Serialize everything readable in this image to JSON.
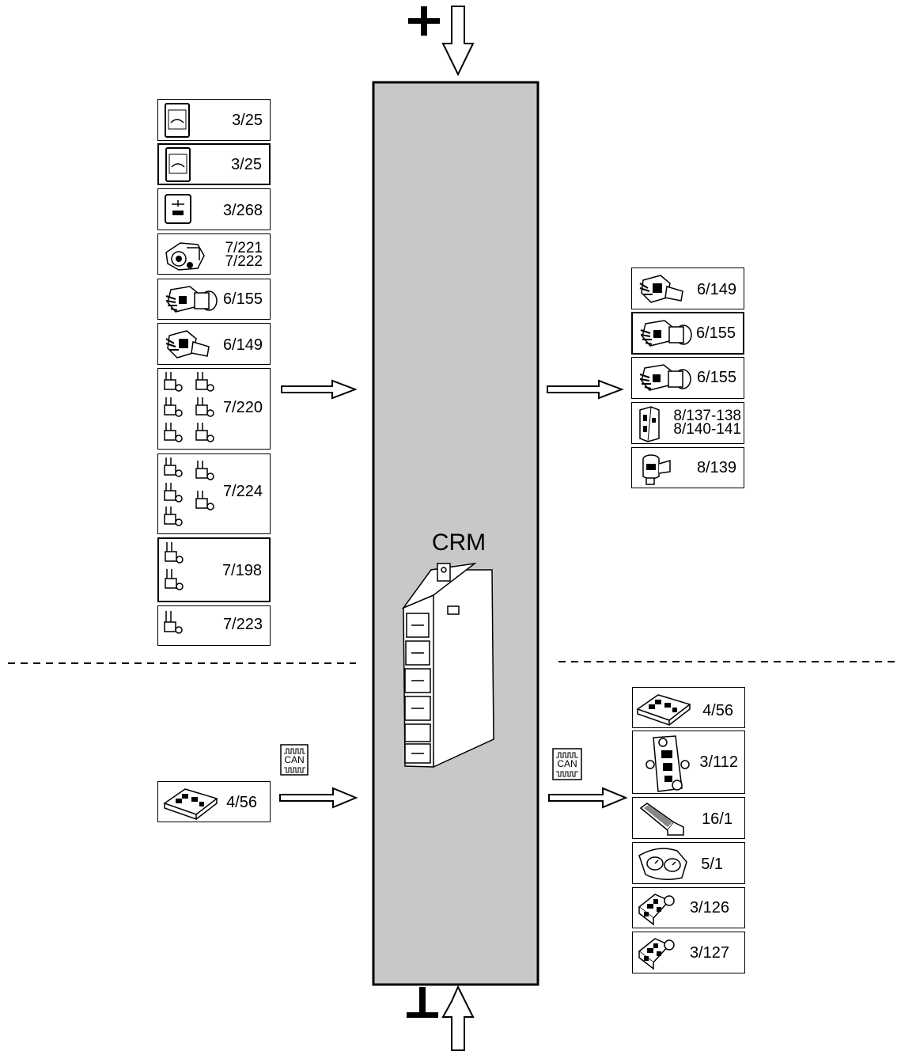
{
  "center": {
    "label": "CRM"
  },
  "inputs_top": [
    {
      "label": "3/25",
      "icon": "window-switch-icon"
    },
    {
      "label": "3/25",
      "icon": "window-switch-icon"
    },
    {
      "label": "3/268",
      "icon": "mirror-switch-icon"
    },
    {
      "label_lines": [
        "7/221",
        "7/222"
      ],
      "icon": "lock-cylinder-icon"
    },
    {
      "label": "6/155",
      "icon": "motor-icon"
    },
    {
      "label": "6/149",
      "icon": "motor-icon"
    },
    {
      "label": "7/220",
      "icon": "sensor-group-icon"
    },
    {
      "label": "7/224",
      "icon": "sensor-group-icon"
    },
    {
      "label": "7/198",
      "icon": "sensor-pair-icon"
    },
    {
      "label": "7/223",
      "icon": "sensor-icon"
    }
  ],
  "outputs_top": [
    {
      "label": "6/149",
      "icon": "motor-icon"
    },
    {
      "label": "6/155",
      "icon": "motor-icon"
    },
    {
      "label": "6/155",
      "icon": "motor-icon"
    },
    {
      "label_lines": [
        "8/137-138",
        "8/140-141"
      ],
      "icon": "relay-icon"
    },
    {
      "label": "8/139",
      "icon": "solenoid-icon"
    }
  ],
  "inputs_can": [
    {
      "label": "4/56",
      "icon": "control-module-icon"
    }
  ],
  "outputs_can": [
    {
      "label": "4/56",
      "icon": "control-module-icon"
    },
    {
      "label": "3/112",
      "icon": "control-panel-icon"
    },
    {
      "label": "16/1",
      "icon": "display-icon"
    },
    {
      "label": "5/1",
      "icon": "instrument-cluster-icon"
    },
    {
      "label": "3/126",
      "icon": "switch-module-icon"
    },
    {
      "label": "3/127",
      "icon": "switch-module-icon"
    }
  ],
  "can_badge": {
    "text": "CAN"
  }
}
